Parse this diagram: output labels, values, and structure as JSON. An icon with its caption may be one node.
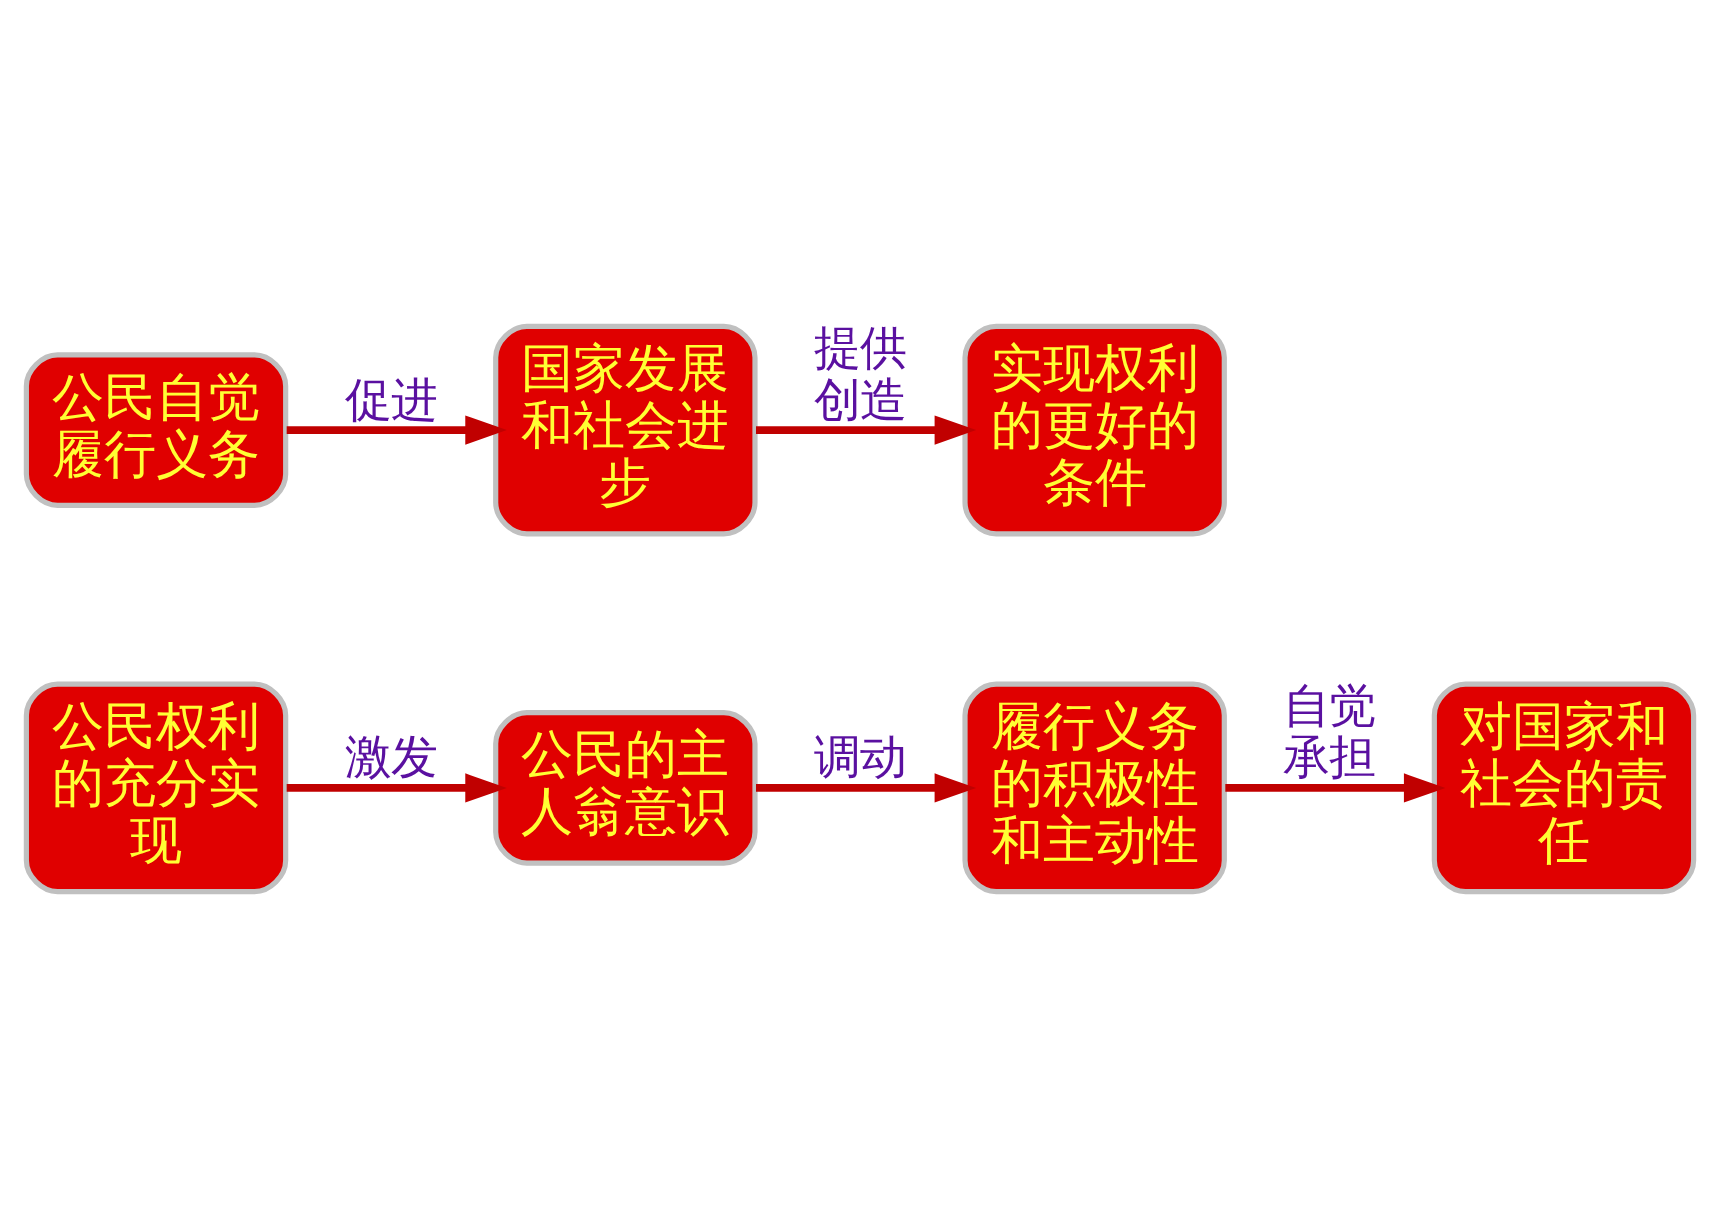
{
  "diagram": {
    "nodes": [
      {
        "text": [
          "公民权利的充分实现"
        ]
      },
      {
        "text": [
          "公民的主人翁意识"
        ]
      },
      {
        "text": [
          "履行义务的积极性和主动性"
        ]
      },
      {
        "text": [
          "对国家和社会的责任"
        ]
      },
      {
        "text": [
          "公民自觉履行义务"
        ]
      },
      {
        "text": [
          "国家发展和社会进步"
        ]
      },
      {
        "text": [
          "实现权利的更好的条件"
        ]
      }
    ],
    "edges": [
      {
        "from": 0,
        "to": 1,
        "arrow": "to",
        "label": "激发"
      },
      {
        "from": 1,
        "to": 2,
        "arrow": "to",
        "label": "调动"
      },
      {
        "from": 2,
        "to": 3,
        "arrow": "to",
        "label": "自觉承担"
      },
      {
        "from": 4,
        "to": 5,
        "arrow": "to",
        "label": "促进"
      },
      {
        "from": 5,
        "to": 6,
        "arrow": "to",
        "label": "提供创造"
      }
    ]
  }
}
